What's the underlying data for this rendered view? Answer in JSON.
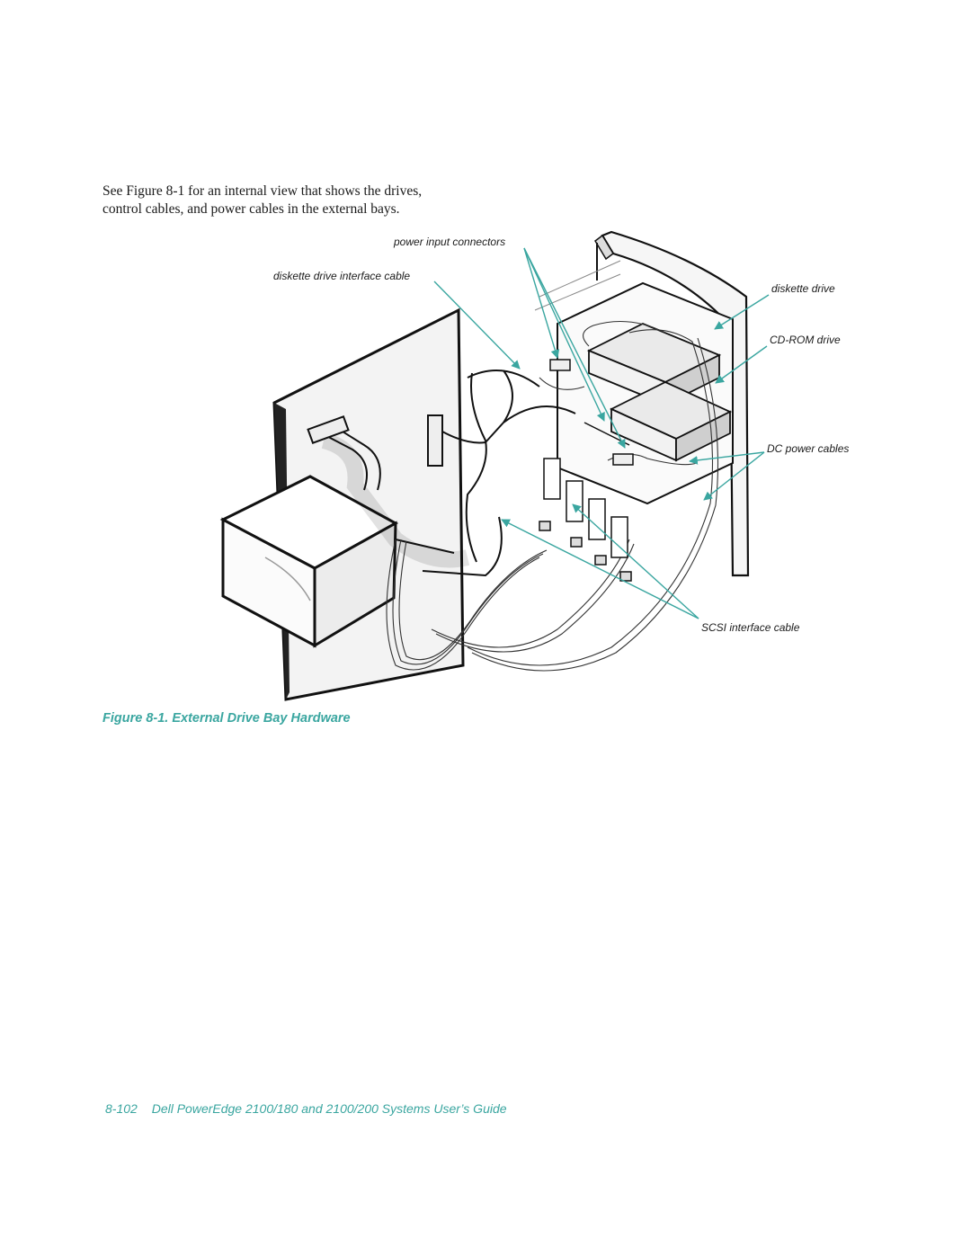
{
  "intro": {
    "line1": "See Figure 8-1 for an internal view that shows the drives,",
    "line2": "control cables, and power cables in the external bays."
  },
  "figure": {
    "callouts": {
      "power_input_connectors": "power input connectors",
      "diskette_drive_interface_cable": "diskette drive interface cable",
      "diskette_drive": "diskette drive",
      "cdrom_drive": "CD-ROM drive",
      "dc_power_cables": "DC power cables",
      "scsi_interface_cable": "SCSI interface cable"
    },
    "caption": "Figure 8-1.  External Drive Bay Hardware"
  },
  "footer": {
    "page_number": "8-102",
    "title": "Dell PowerEdge 2100/180 and 2100/200 Systems User’s Guide"
  },
  "colors": {
    "accent": "#3aa6a0",
    "leader": "#3aa6a0"
  }
}
